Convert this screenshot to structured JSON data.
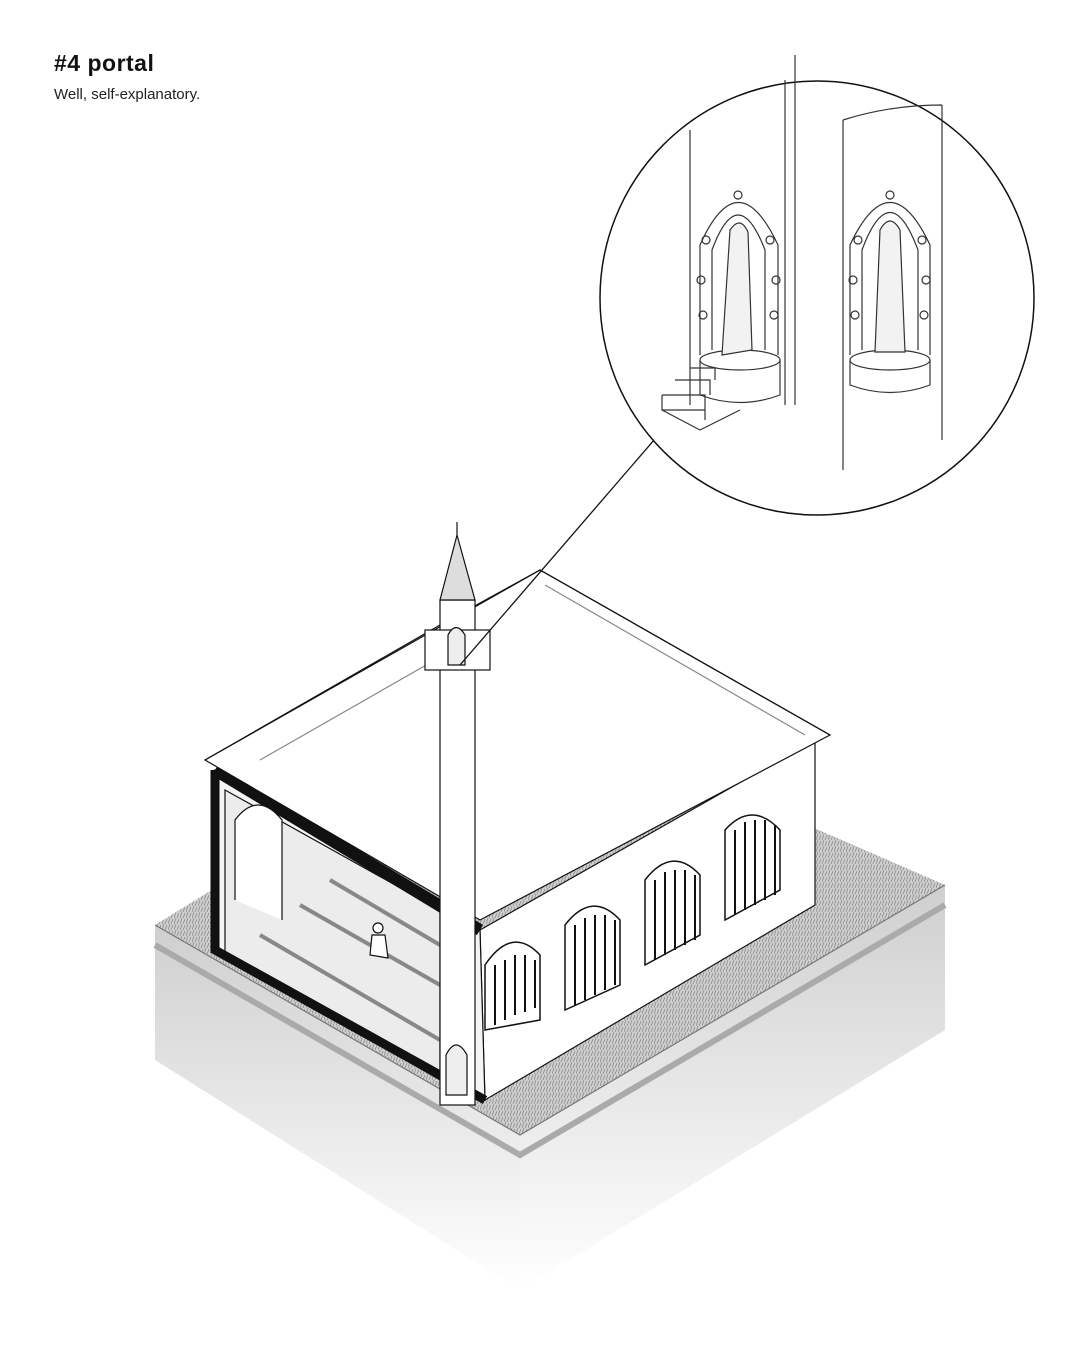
{
  "header": {
    "title": "#4 portal",
    "subtitle": "Well, self-explanatory."
  },
  "illustration": {
    "subject": "mosque-cutaway-with-minaret",
    "detail_callout": "minaret-niche-statues"
  },
  "colors": {
    "ink": "#111111",
    "ground": "#d9d9d9",
    "grass": "#bdbdbd",
    "background": "#ffffff"
  }
}
